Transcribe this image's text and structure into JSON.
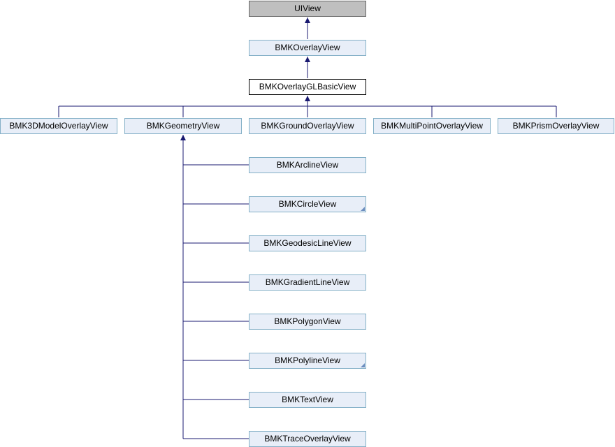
{
  "colors": {
    "node_fill": "#E8EEF8",
    "node_border": "#84B0C7",
    "current_fill": "#BFBFBF",
    "edge": "#191970"
  },
  "nodes": {
    "uiview": "UIView",
    "overlay_view": "BMKOverlayView",
    "overlay_gl_basic_view": "BMKOverlayGLBasicView",
    "model3d_overlay_view": "BMK3DModelOverlayView",
    "geometry_view": "BMKGeometryView",
    "ground_overlay_view": "BMKGroundOverlayView",
    "multipoint_overlay_view": "BMKMultiPointOverlayView",
    "prism_overlay_view": "BMKPrismOverlayView",
    "arcline_view": "BMKArclineView",
    "circle_view": "BMKCircleView",
    "geodesic_line_view": "BMKGeodesicLineView",
    "gradient_line_view": "BMKGradientLineView",
    "polygon_view": "BMKPolygonView",
    "polyline_view": "BMKPolylineView",
    "text_view": "BMKTextView",
    "trace_overlay_view": "BMKTraceOverlayView"
  }
}
